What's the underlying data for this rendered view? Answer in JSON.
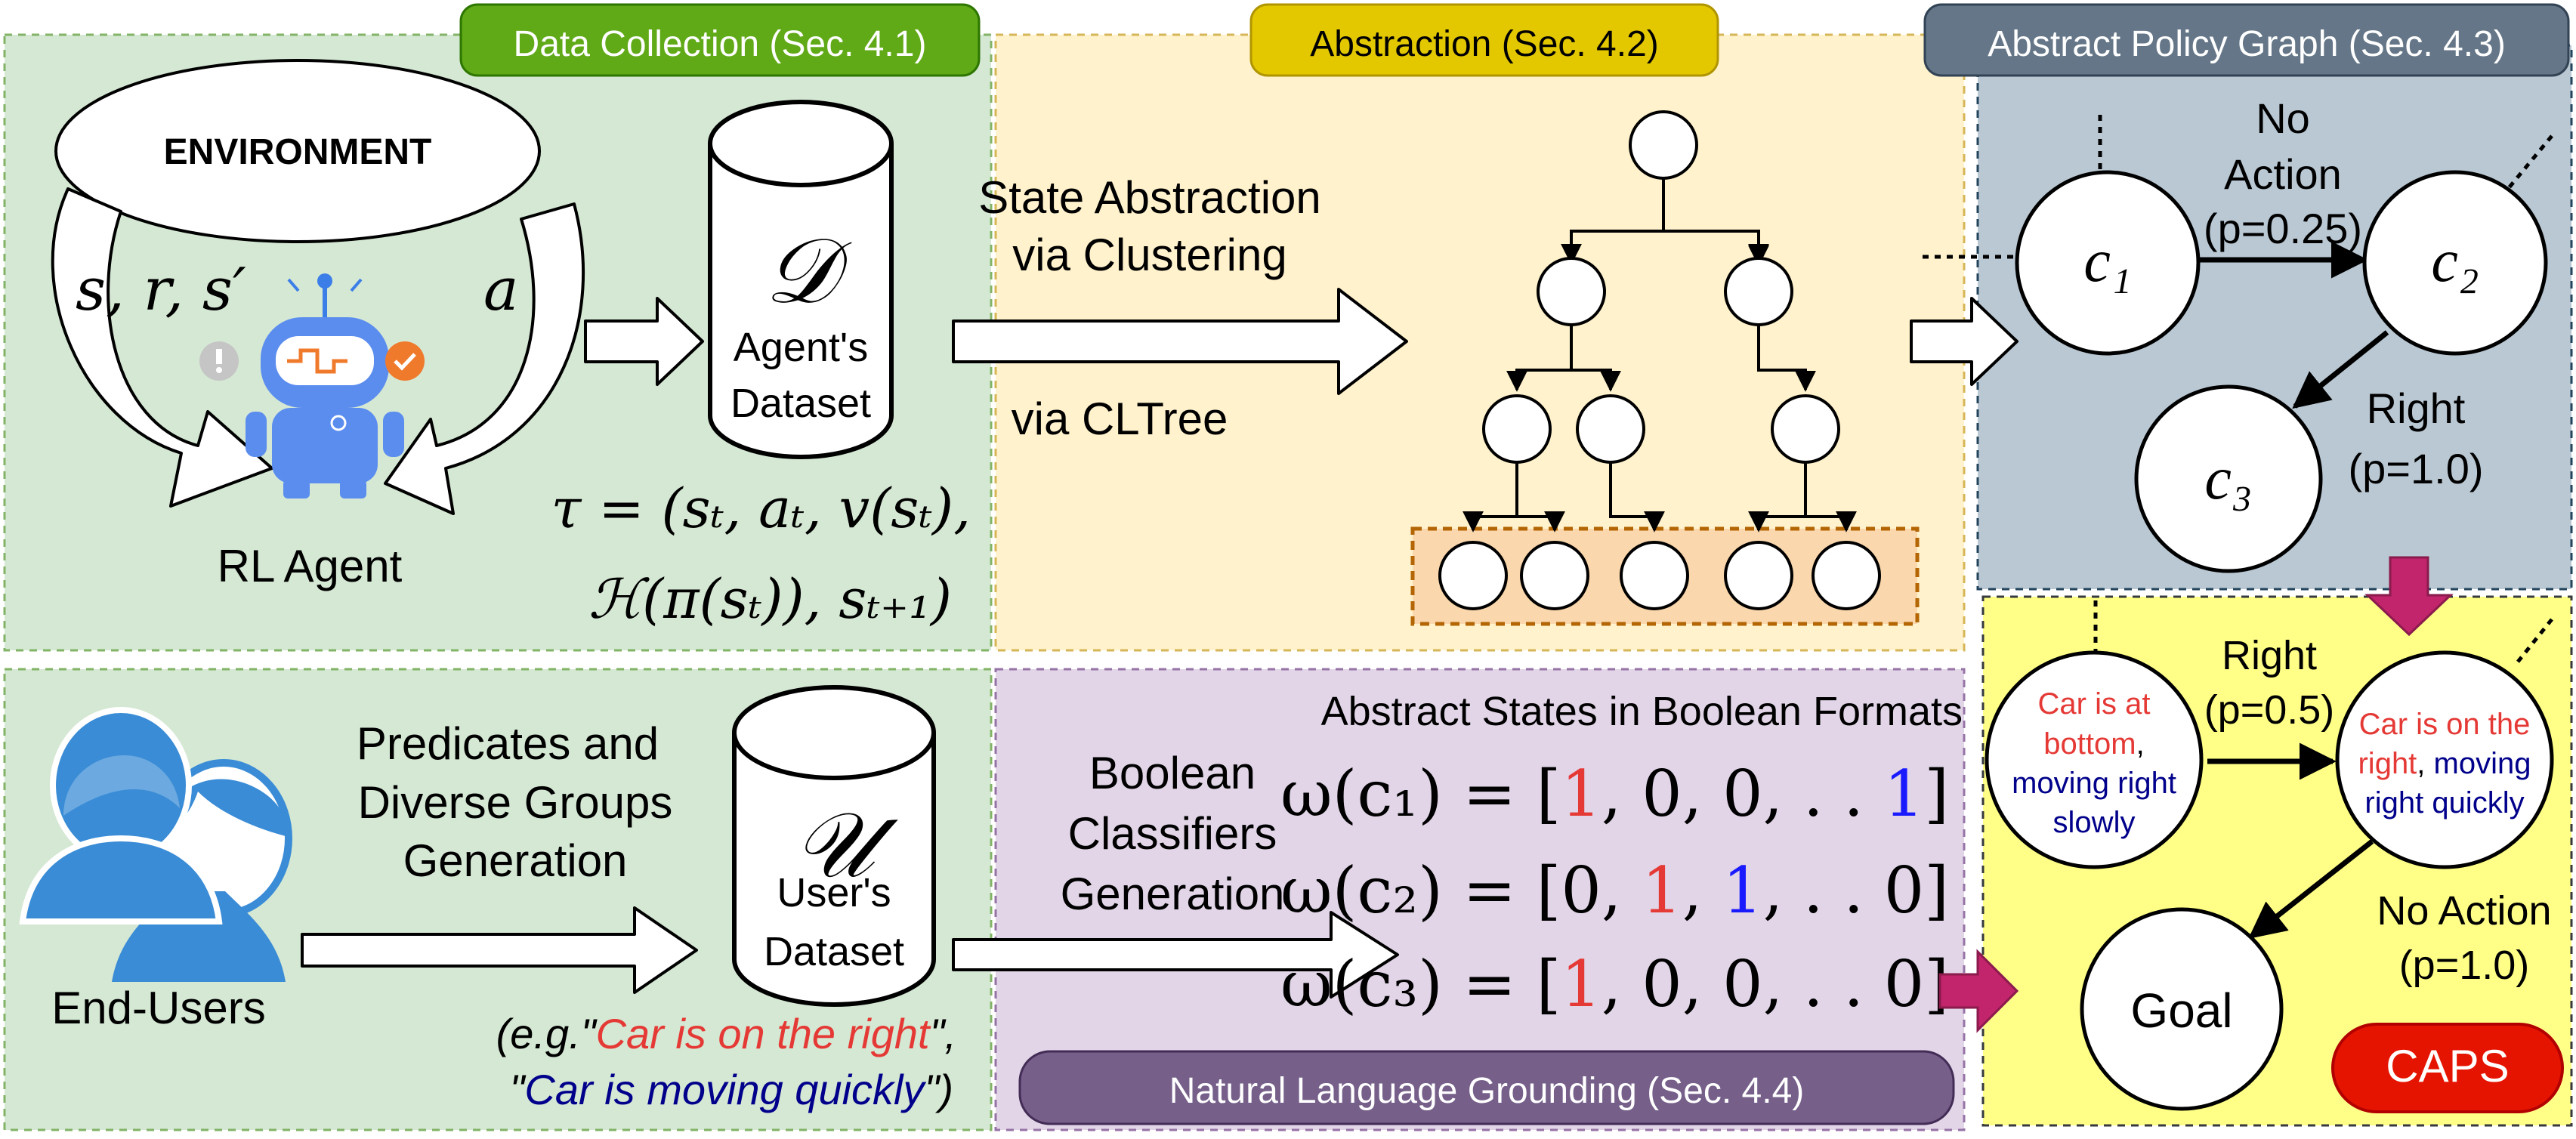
{
  "panels": {
    "data_collection": {
      "title": "Data Collection (Sec. 4.1)",
      "environment": "ENVIRONMENT",
      "observation_label": "s, r, s′",
      "action_label": "a",
      "agent_label": "RL Agent",
      "dataset_symbol": "𝒟",
      "dataset_label_1": "Agent's",
      "dataset_label_2": "Dataset",
      "tau_line_1": "τ = (sₜ, aₜ, v(sₜ),",
      "tau_line_2": "ℋ(π(sₜ)), sₜ₊₁)"
    },
    "abstraction": {
      "title": "Abstraction (Sec. 4.2)",
      "arrow_text_1": "State Abstraction",
      "arrow_text_2": "via Clustering",
      "arrow_text_3": "via CLTree"
    },
    "policy_graph": {
      "title": "Abstract Policy Graph (Sec. 4.3)",
      "c1": "c₁",
      "c2": "c₂",
      "c3": "c₃",
      "edge_c1_c2_1": "No",
      "edge_c1_c2_2": "Action",
      "edge_c1_c2_3": "(p=0.25)",
      "edge_c2_c3_1": "Right",
      "edge_c2_c3_2": "(p=1.0)"
    },
    "users": {
      "label": "End-Users",
      "gen_1": "Predicates and",
      "gen_2": "Diverse Groups",
      "gen_3": "Generation",
      "dataset_symbol": "𝒰",
      "dataset_label_1": "User's",
      "dataset_label_2": "Dataset",
      "example_prefix": "(e.g.\"",
      "example_red": "Car is on the right",
      "example_mid": "\",",
      "example_quote_open": "\"",
      "example_blue": "Car is moving quickly",
      "example_suffix": "\")"
    },
    "grounding": {
      "title": "Natural Language Grounding (Sec. 4.4)",
      "header": "Abstract States in Boolean Formats",
      "classifier_1": "Boolean",
      "classifier_2": "Classifiers",
      "classifier_3": "Generation",
      "row1": {
        "lhs": "ω(c₁) = [",
        "v1": "1",
        "mid": ", 0, 0, . . ",
        "v2": "1",
        "end": "]"
      },
      "row2": {
        "lhs": "ω(c₂) = [0, ",
        "v1": "1",
        "mid": ", ",
        "v2": "1",
        "end": ", . . 0]"
      },
      "row3": {
        "lhs": "ω(c₃) = [",
        "v1": "1",
        "end": ", 0, 0, . . 0]"
      }
    },
    "caps": {
      "node1_red": "Car is at",
      "node1_red2": "bottom",
      "node1_comma": ",",
      "node1_blue1": "moving right",
      "node1_blue2": "slowly",
      "node2_red1": "Car is on the",
      "node2_red2": "right",
      "node2_comma": ",",
      "node2_blue1": "moving",
      "node2_blue2": "right quickly",
      "edge1_1": "Right",
      "edge1_2": "(p=0.5)",
      "edge2_1": "No Action",
      "edge2_2": "(p=1.0)",
      "goal": "Goal",
      "badge": "CAPS"
    }
  },
  "colors": {
    "green_panel": "#d5e8d4",
    "yellow_panel": "#fff2cc",
    "grey_panel": "#bac8d3",
    "purple_panel": "#e1d5e7",
    "caps_panel": "#ffff88",
    "red_text": "#e53935",
    "blue_text": "#1a1aff",
    "navy_text": "#00008b",
    "magenta_arrow": "#c2256b"
  }
}
